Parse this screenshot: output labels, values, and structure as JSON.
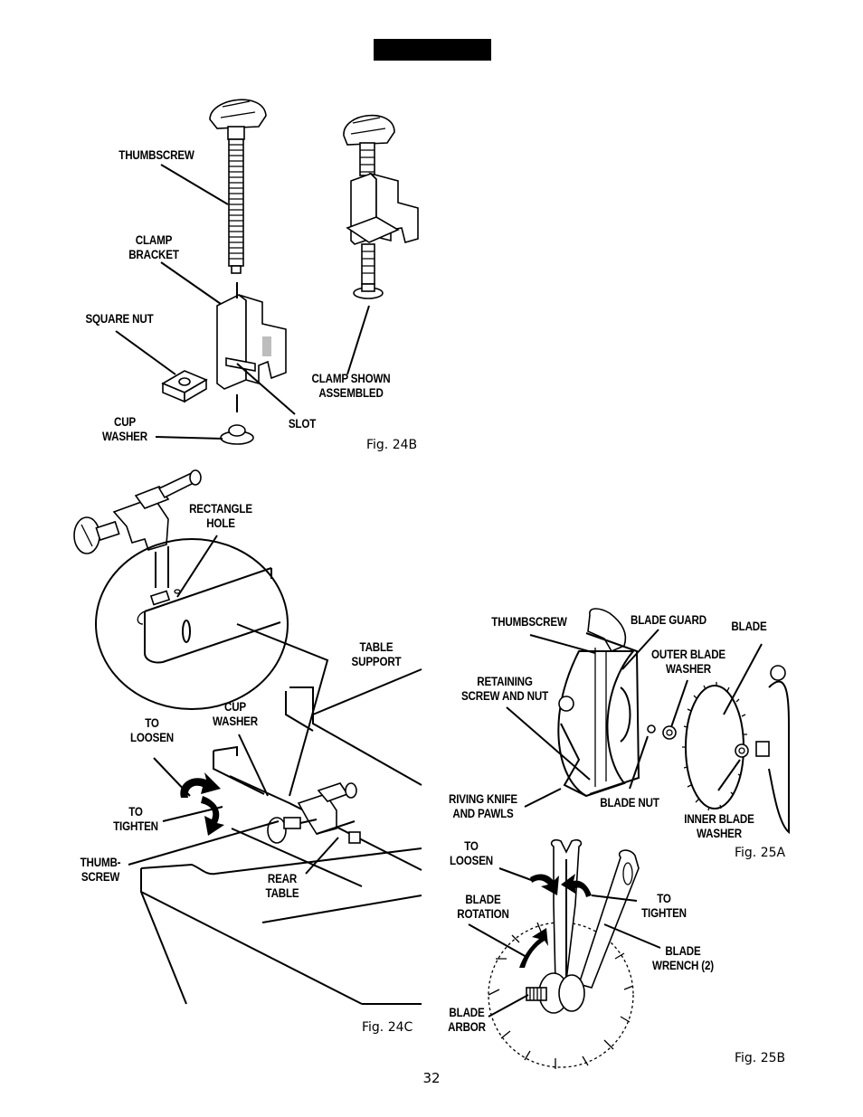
{
  "page_number": "32",
  "fig24b": {
    "caption": "Fig. 24B",
    "labels": {
      "thumbscrew": "THUMBSCREW",
      "clamp_bracket_1": "CLAMP",
      "clamp_bracket_2": "BRACKET",
      "square_nut": "SQUARE NUT",
      "clamp_assembled_1": "CLAMP SHOWN",
      "clamp_assembled_2": "ASSEMBLED",
      "cup_washer_1": "CUP",
      "cup_washer_2": "WASHER",
      "slot": "SLOT"
    }
  },
  "fig24c": {
    "caption": "Fig. 24C",
    "labels": {
      "rect_hole_1": "RECTANGLE",
      "rect_hole_2": "HOLE",
      "table_support_1": "TABLE",
      "table_support_2": "SUPPORT",
      "cup_washer_1": "CUP",
      "cup_washer_2": "WASHER",
      "to_loosen_1": "TO",
      "to_loosen_2": "LOOSEN",
      "to_tighten_1": "TO",
      "to_tighten_2": "TIGHTEN",
      "thumbscrew_1": "THUMB-",
      "thumbscrew_2": "SCREW",
      "rear_table_1": "REAR",
      "rear_table_2": "TABLE"
    }
  },
  "fig25a": {
    "caption": "Fig. 25A",
    "labels": {
      "thumbscrew": "THUMBSCREW",
      "blade_guard": "BLADE GUARD",
      "blade": "BLADE",
      "outer_washer_1": "OUTER BLADE",
      "outer_washer_2": "WASHER",
      "retaining_1": "RETAINING",
      "retaining_2": "SCREW AND NUT",
      "riving_1": "RIVING KNIFE",
      "riving_2": "AND PAWLS",
      "blade_nut": "BLADE NUT",
      "inner_washer_1": "INNER BLADE",
      "inner_washer_2": "WASHER"
    }
  },
  "fig25b": {
    "caption": "Fig. 25B",
    "labels": {
      "to_loosen_1": "TO",
      "to_loosen_2": "LOOSEN",
      "to_tighten_1": "TO",
      "to_tighten_2": "TIGHTEN",
      "blade_rotation_1": "BLADE",
      "blade_rotation_2": "ROTATION",
      "blade_wrench_1": "BLADE",
      "blade_wrench_2": "WRENCH (2)",
      "blade_arbor_1": "BLADE",
      "blade_arbor_2": "ARBOR"
    }
  }
}
